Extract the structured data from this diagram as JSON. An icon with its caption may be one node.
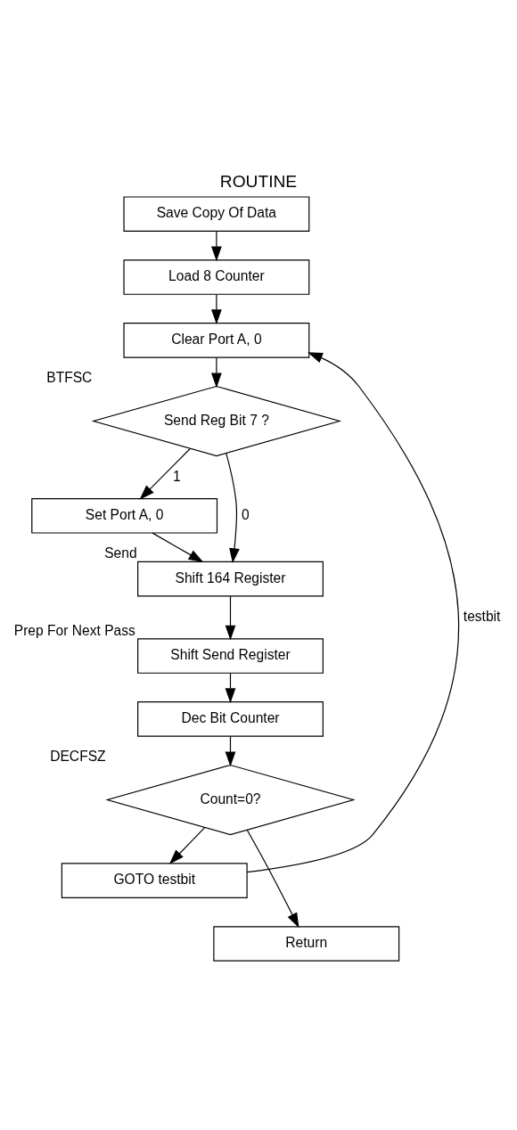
{
  "diagram": {
    "title": "ROUTINE",
    "nodes": [
      {
        "text": [
          "Save Copy Of Data"
        ]
      },
      {
        "text": [
          "Load 8 Counter"
        ]
      },
      {
        "text": [
          "Clear Port A, 0"
        ]
      },
      {
        "text": [
          "Send Reg Bit 7 ?"
        ],
        "beside": [
          "BTFSC"
        ]
      },
      {
        "text": [
          "Set Port A, 0"
        ]
      },
      {
        "text": [
          "Shift 164 Register"
        ],
        "beside": [
          "Send"
        ]
      },
      {
        "text": [
          "Shift Send Register"
        ],
        "beside": [
          "Prep For Next Pass"
        ]
      },
      {
        "text": [
          "Dec Bit Counter"
        ]
      },
      {
        "text": [
          "Count=0?"
        ],
        "beside": [
          "DECFSZ"
        ]
      },
      {
        "text": [
          "GOTO testbit"
        ]
      },
      {
        "text": [
          "Return"
        ]
      }
    ],
    "edges": [
      {
        "from": 0,
        "to": 1,
        "arrow": "to"
      },
      {
        "from": 1,
        "to": 2,
        "arrow": "to"
      },
      {
        "from": 2,
        "to": 3,
        "arrow": "to"
      },
      {
        "from": 3,
        "to": 4,
        "arrow": "to",
        "label": "1"
      },
      {
        "from": 3,
        "to": 5,
        "arrow": "to",
        "label": "0"
      },
      {
        "from": 4,
        "to": 5,
        "arrow": "to"
      },
      {
        "from": 5,
        "to": 6,
        "arrow": "to"
      },
      {
        "from": 6,
        "to": 7,
        "arrow": "to"
      },
      {
        "from": 7,
        "to": 8,
        "arrow": "to"
      },
      {
        "from": 8,
        "to": 9,
        "arrow": "to"
      },
      {
        "from": 9,
        "to": 2,
        "arrow": "to",
        "label": "testbit"
      },
      {
        "from": 8,
        "to": 10,
        "arrow": "to"
      }
    ]
  }
}
